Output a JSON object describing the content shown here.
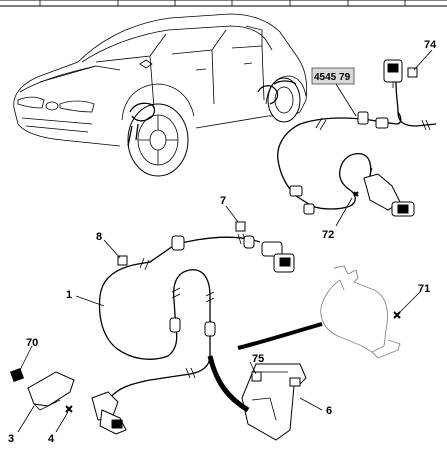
{
  "diagram": {
    "reference_code": "4545 79",
    "callouts": [
      {
        "id": "c74",
        "text": "74"
      },
      {
        "id": "c72",
        "text": "72"
      },
      {
        "id": "c7",
        "text": "7"
      },
      {
        "id": "c8",
        "text": "8"
      },
      {
        "id": "c1",
        "text": "1"
      },
      {
        "id": "c71",
        "text": "71"
      },
      {
        "id": "c70",
        "text": "70"
      },
      {
        "id": "c75",
        "text": "75"
      },
      {
        "id": "c6",
        "text": "6"
      },
      {
        "id": "c3",
        "text": "3"
      },
      {
        "id": "c4",
        "text": "4"
      }
    ],
    "colors": {
      "line": "#000000",
      "reference_box": "#d9d9d9",
      "ghost_part": "#888888"
    }
  }
}
